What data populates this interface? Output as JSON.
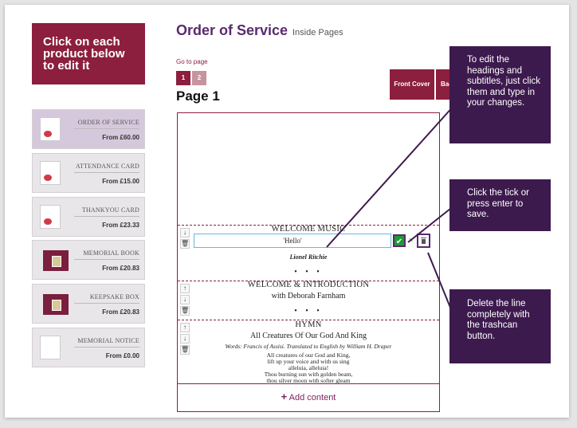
{
  "promo": {
    "text": "Click on each product below to edit it"
  },
  "products": [
    {
      "name": "ORDER OF SERVICE",
      "price": "From £60.00"
    },
    {
      "name": "ATTENDANCE CARD",
      "price": "From £15.00"
    },
    {
      "name": "THANKYOU CARD",
      "price": "From £23.33"
    },
    {
      "name": "MEMORIAL BOOK",
      "price": "From £20.83"
    },
    {
      "name": "KEEPSAKE BOX",
      "price": "From £20.83"
    },
    {
      "name": "MEMORIAL NOTICE",
      "price": "From £0.00"
    }
  ],
  "header": {
    "title": "Order of Service",
    "subtitle": "Inside Pages"
  },
  "pagination": {
    "label": "Go to page",
    "pages": [
      "1",
      "2"
    ],
    "current_heading": "Page 1"
  },
  "cover_tabs": {
    "front": "Front Cover",
    "back": "Back Cover"
  },
  "editor": {
    "section1": {
      "heading": "WELCOME MUSIC",
      "input_value": "'Hello'",
      "artist": "Lionel Ritchie",
      "dots": "• • •"
    },
    "section2": {
      "heading": "WELCOME & INTRODUCTION",
      "line": "with Deborah Farnham",
      "dots": "• • •"
    },
    "section3": {
      "heading": "HYMN",
      "title": "All Creatures Of Our God And King",
      "credit": "Words: Francis of Assisi. Translated to English by William H. Draper",
      "verse": [
        "All creatures of our God and King,",
        "lift up your voice and with us sing",
        "alleluia, alleluia!",
        "Thou burning sun with golden beam,",
        "thou silver moon with softer gleam"
      ]
    },
    "add_content": "Add content",
    "add_icon": "+",
    "confirm_icon": "✔",
    "cancel_icon": "×",
    "move_up_icon": "↑",
    "move_down_icon": "↓",
    "delete_icon": "🗑"
  },
  "tooltips": {
    "edit_headings": "To edit the headings and subtitles, just click them and type in your changes.",
    "save": "Click the tick or press enter to save.",
    "delete": "Delete the line completely with the trashcan button."
  },
  "colors": {
    "brand": "#8c1f3e",
    "tooltip_bg": "#3d1a4e",
    "title": "#5a2a6e",
    "confirm": "#1e9a35"
  }
}
